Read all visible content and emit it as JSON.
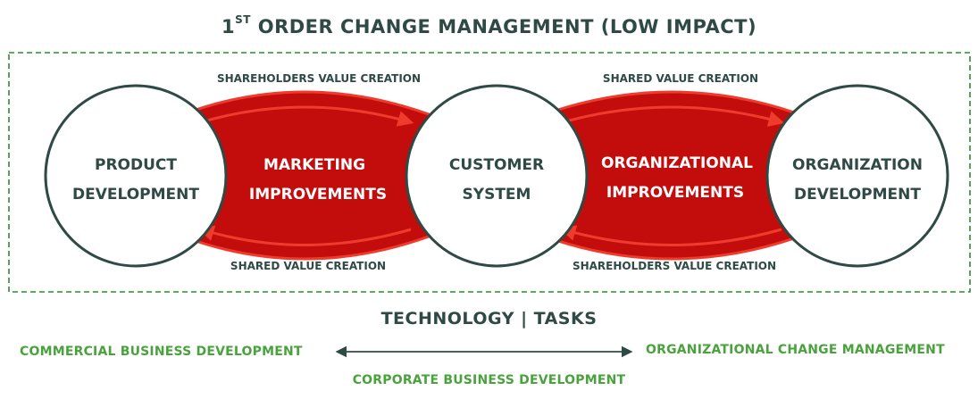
{
  "title": {
    "prefix": "1",
    "superscript": "ST",
    "rest": " ORDER CHANGE MANAGEMENT (LOW IMPACT)"
  },
  "circles": [
    {
      "line1": "PRODUCT",
      "line2": "DEVELOPMENT"
    },
    {
      "line1": "CUSTOMER",
      "line2": "SYSTEM"
    },
    {
      "line1": "ORGANIZATION",
      "line2": "DEVELOPMENT"
    }
  ],
  "lenses": [
    {
      "line1": "MARKETING",
      "line2": "IMPROVEMENTS",
      "top_label": "SHAREHOLDERS VALUE CREATION",
      "bottom_label": "SHARED VALUE CREATION"
    },
    {
      "line1": "ORGANIZATIONAL",
      "line2": "IMPROVEMENTS",
      "top_label": "SHARED VALUE CREATION",
      "bottom_label": "SHAREHOLDERS VALUE CREATION"
    }
  ],
  "bottom": {
    "title": "TECHNOLOGY | TASKS",
    "left": "COMMERCIAL BUSINESS DEVELOPMENT",
    "right": "ORGANIZATIONAL CHANGE MANAGEMENT",
    "center": "CORPORATE BUSINESS DEVELOPMENT"
  },
  "colors": {
    "dark": "#2f4a45",
    "red": "#c30c0c",
    "red_light": "#ef3b2c",
    "green": "#4aa23d"
  }
}
